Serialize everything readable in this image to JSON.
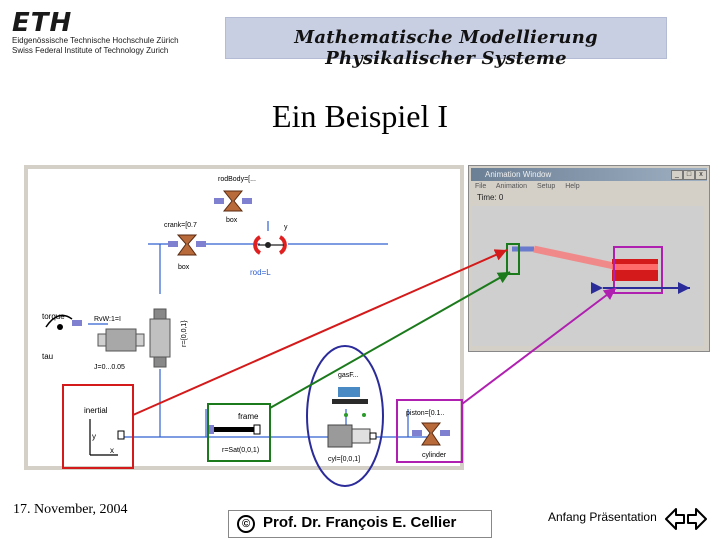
{
  "header": {
    "logo_mark": "ETH",
    "logo_line_1": "Eidgenössische Technische Hochschule Zürich",
    "logo_line_2": "Swiss Federal Institute of Technology Zurich",
    "banner_text": "Mathematische Modellierung Physikalischer Systeme",
    "banner_color": "#c9cfe3"
  },
  "slide": {
    "title": "Ein Beispiel I"
  },
  "diagram": {
    "labels": {
      "rodbody": "rodBody=[...",
      "box_top": "box",
      "y_axis": "y",
      "crank": "crank=[0.7",
      "box_mid": "box",
      "rod": "rod=L",
      "torque": "torque",
      "tau": "tau",
      "revolute": "RvW:1=I",
      "j": "J=0...0.05",
      "r_vert": "r={0,0,1}",
      "inertial": "inertial",
      "inertial_y": "y",
      "inertial_x": "x",
      "frame": "frame",
      "frame_param": "r=Sat(0,0,1)",
      "gas": "gasF...",
      "cyl": "cyl=[0,0,1]",
      "piston": "piston=[0.1..",
      "cylinder": "cylinder"
    },
    "colors": {
      "link_red": "#d41a1a",
      "link_green": "#1b7a1b",
      "link_magenta": "#b020b0",
      "link_navy": "#2b2b9a",
      "highlight_red": "#e02020",
      "connector_blue": "#3060d0"
    }
  },
  "animation_window": {
    "title": "Animation Window",
    "menu": [
      "File",
      "Animation",
      "Setup",
      "Help"
    ],
    "time_label": "Time: 0",
    "buttons": {
      "minimize": "_",
      "maximize": "□",
      "close": "x"
    }
  },
  "footer": {
    "date": "17. November, 2004",
    "copyright_symbol": "©",
    "author": "Prof. Dr. François E. Cellier",
    "link": "Anfang Präsentation",
    "nav_icon": "left-right-arrows-icon"
  }
}
